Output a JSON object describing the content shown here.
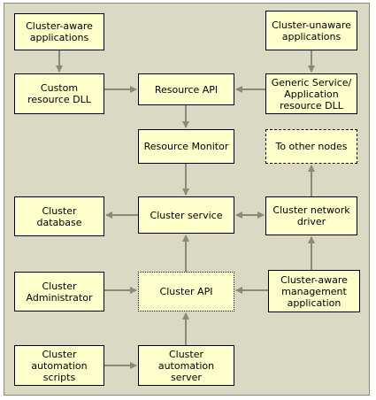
{
  "diagram": {
    "colors": {
      "background": "#dbd8c3",
      "box_fill": "#ffffcc",
      "arrow": "#8a8a7a",
      "border": "#000000"
    },
    "nodes": {
      "cluster_aware_applications": "Cluster-aware\napplications",
      "cluster_unaware_applications": "Cluster-unaware\napplications",
      "custom_resource_dll": "Custom\nresource DLL",
      "resource_api": "Resource API",
      "generic_service_dll": "Generic Service/\nApplication\nresource DLL",
      "resource_monitor": "Resource Monitor",
      "to_other_nodes": "To other nodes",
      "cluster_database": "Cluster\ndatabase",
      "cluster_service": "Cluster service",
      "cluster_network_driver": "Cluster network\ndriver",
      "cluster_administrator": "Cluster\nAdministrator",
      "cluster_api": "Cluster API",
      "cluster_aware_management_app": "Cluster-aware\nmanagement\napplication",
      "cluster_automation_scripts": "Cluster\nautomation\nscripts",
      "cluster_automation_server": "Cluster\nautomation\nserver"
    }
  }
}
